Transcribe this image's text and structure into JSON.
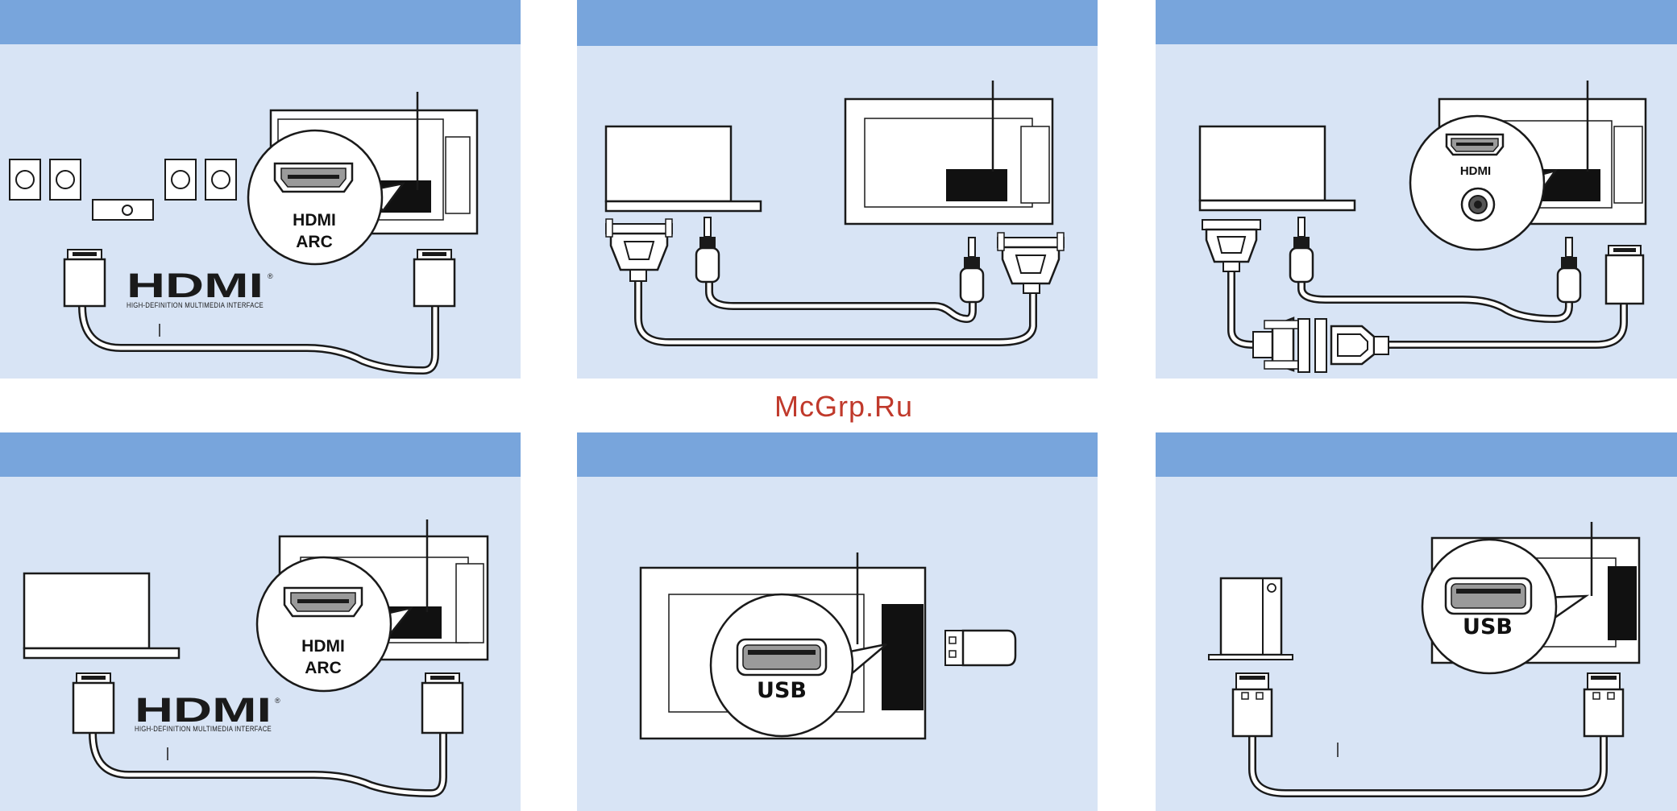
{
  "watermark": "McGrp.Ru",
  "colors": {
    "header": "#78a5dc",
    "panel": "#d8e4f5",
    "ink": "#1a1a1a",
    "watermark": "#c0392b"
  },
  "hdmi_logo": {
    "word": "HDMI",
    "registered": "®",
    "subtitle": "HIGH-DEFINITION MULTIMEDIA INTERFACE"
  },
  "panels": [
    {
      "id": "hdmi-arc-speakers",
      "callout_lines": [
        "HDMI",
        "ARC"
      ]
    },
    {
      "id": "vga-audio-pc",
      "callout_lines": []
    },
    {
      "id": "vga-dvi-audio-pc",
      "callout_lines": [
        "HDMI"
      ]
    },
    {
      "id": "hdmi-arc-laptop",
      "callout_lines": [
        "HDMI",
        "ARC"
      ]
    },
    {
      "id": "usb-stick",
      "callout_lines": [
        "USB"
      ]
    },
    {
      "id": "usb-device",
      "callout_lines": [
        "USB"
      ]
    }
  ]
}
